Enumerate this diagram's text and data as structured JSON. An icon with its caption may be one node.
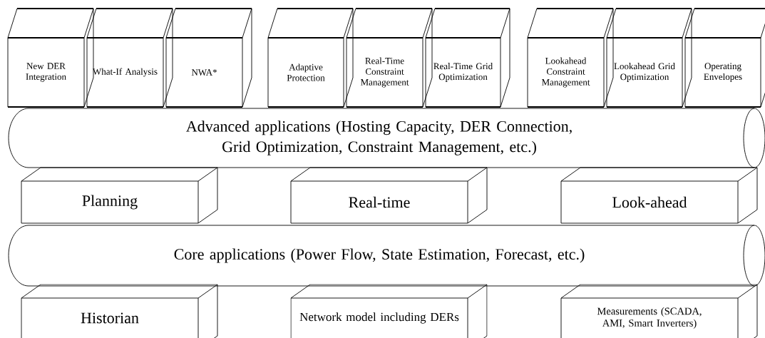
{
  "diagram": {
    "nodes": [
      {
        "text": [
          "New DER Integration"
        ]
      },
      {
        "text": [
          "What-If Analysis"
        ]
      },
      {
        "text": [
          "NWA*"
        ]
      },
      {
        "text": [
          "Adaptive Protection"
        ]
      },
      {
        "text": [
          "Real-Time Constraint Management"
        ]
      },
      {
        "text": [
          "Real-Time Grid Optimization"
        ]
      },
      {
        "text": [
          "Lookahead Constraint Management"
        ]
      },
      {
        "text": [
          "Lookahead Grid Optimization"
        ]
      },
      {
        "text": [
          "Operating Envelopes"
        ]
      },
      {
        "text": [
          "Advanced applications (Hosting Capacity, DER Connection, Grid Optimization, Constraint Management, etc.)"
        ]
      },
      {
        "text": [
          "Planning"
        ]
      },
      {
        "text": [
          "Real-time"
        ]
      },
      {
        "text": [
          "Look-ahead"
        ]
      },
      {
        "text": [
          "Core applications (Power Flow, State Estimation, Forecast, etc.)"
        ]
      },
      {
        "text": [
          "Historian"
        ]
      },
      {
        "text": [
          "Network model including DERs"
        ]
      },
      {
        "text": [
          "Measurements (SCADA, AMI, Smart Inverters)"
        ]
      }
    ]
  }
}
